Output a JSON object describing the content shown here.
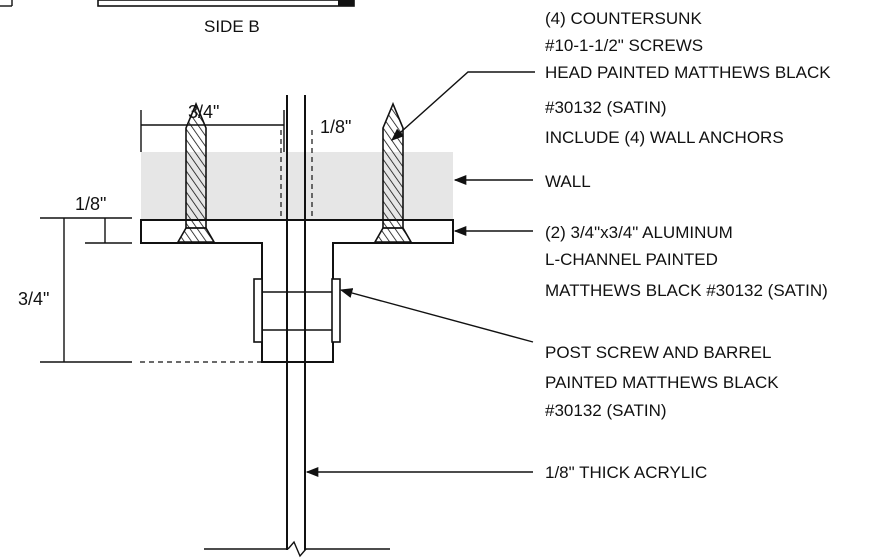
{
  "top_label": "SIDE B",
  "callouts": {
    "screws": [
      "(4) COUNTERSUNK",
      "#10-1-1/2\" SCREWS",
      "HEAD PAINTED  MATTHEWS BLACK",
      "#30132 (SATIN)",
      "INCLUDE (4) WALL ANCHORS"
    ],
    "wall": "WALL",
    "channel": [
      "(2) 3/4\"x3/4\" ALUMINUM",
      "L-CHANNEL PAINTED",
      "MATTHEWS BLACK #30132 (SATIN)"
    ],
    "post": [
      "POST SCREW AND BARREL",
      "PAINTED MATTHEWS BLACK",
      "#30132 (SATIN)"
    ],
    "acrylic": "1/8\" THICK ACRYLIC"
  },
  "dimensions": {
    "top_width": "3/4\"",
    "acrylic_gap": "1/8\"",
    "flange_thickness": "1/8\"",
    "channel_height": "3/4\""
  },
  "colors": {
    "ink": "#111111",
    "wall_fill": "#e6e6e6"
  }
}
